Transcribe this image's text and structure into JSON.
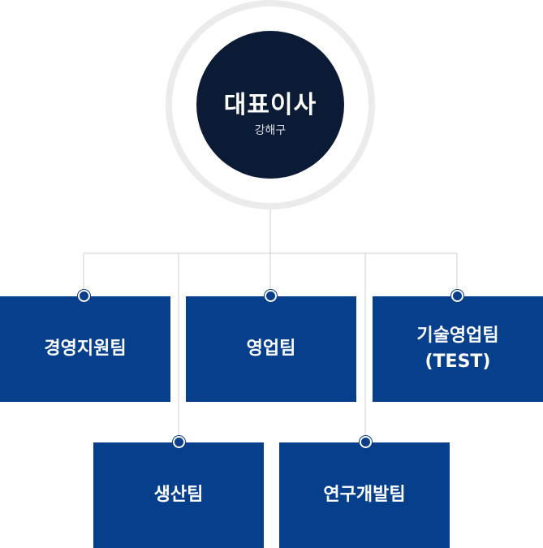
{
  "ceo": {
    "title": "대표이사",
    "name": "강해구"
  },
  "teams": [
    {
      "name": "경영지원팀"
    },
    {
      "name": "영업팀"
    },
    {
      "name": "기술영업팀\n(TEST)"
    },
    {
      "name": "생산팀"
    },
    {
      "name": "연구개발팀"
    }
  ],
  "colors": {
    "box": "#063f8c",
    "ceo": "#0b1b36",
    "ring": "#ebebeb",
    "line": "#cccccc"
  }
}
